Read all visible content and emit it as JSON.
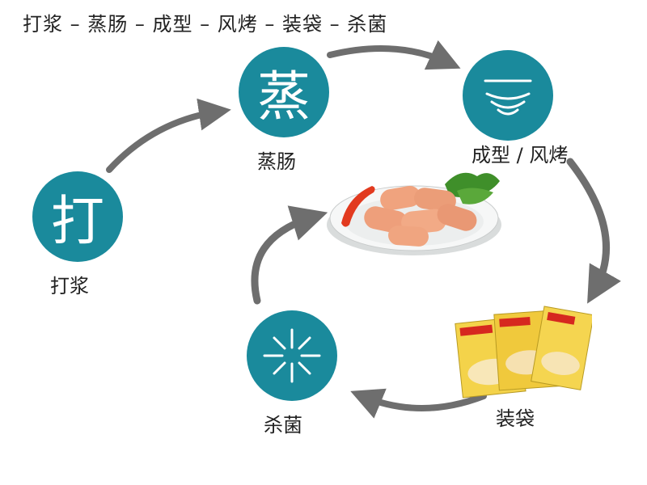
{
  "title": "打浆 – 蒸肠 – 成型 – 风烤 – 装袋 – 杀菌",
  "colors": {
    "accent": "#1a8a9c",
    "arrow": "#6e6e6e",
    "text": "#222222"
  },
  "steps": [
    {
      "glyph": "打",
      "label": "打浆",
      "icon": "text-glyph"
    },
    {
      "glyph": "蒸",
      "label": "蒸肠",
      "icon": "text-glyph"
    },
    {
      "glyph": "",
      "label": "成型 / 风烤",
      "icon": "wave-lines-icon"
    },
    {
      "glyph": "",
      "label": "装袋",
      "icon": "soup-packets-image"
    },
    {
      "glyph": "",
      "label": "杀菌",
      "icon": "sterilize-burst-icon"
    }
  ],
  "center_image": "sausage-bowl-image"
}
